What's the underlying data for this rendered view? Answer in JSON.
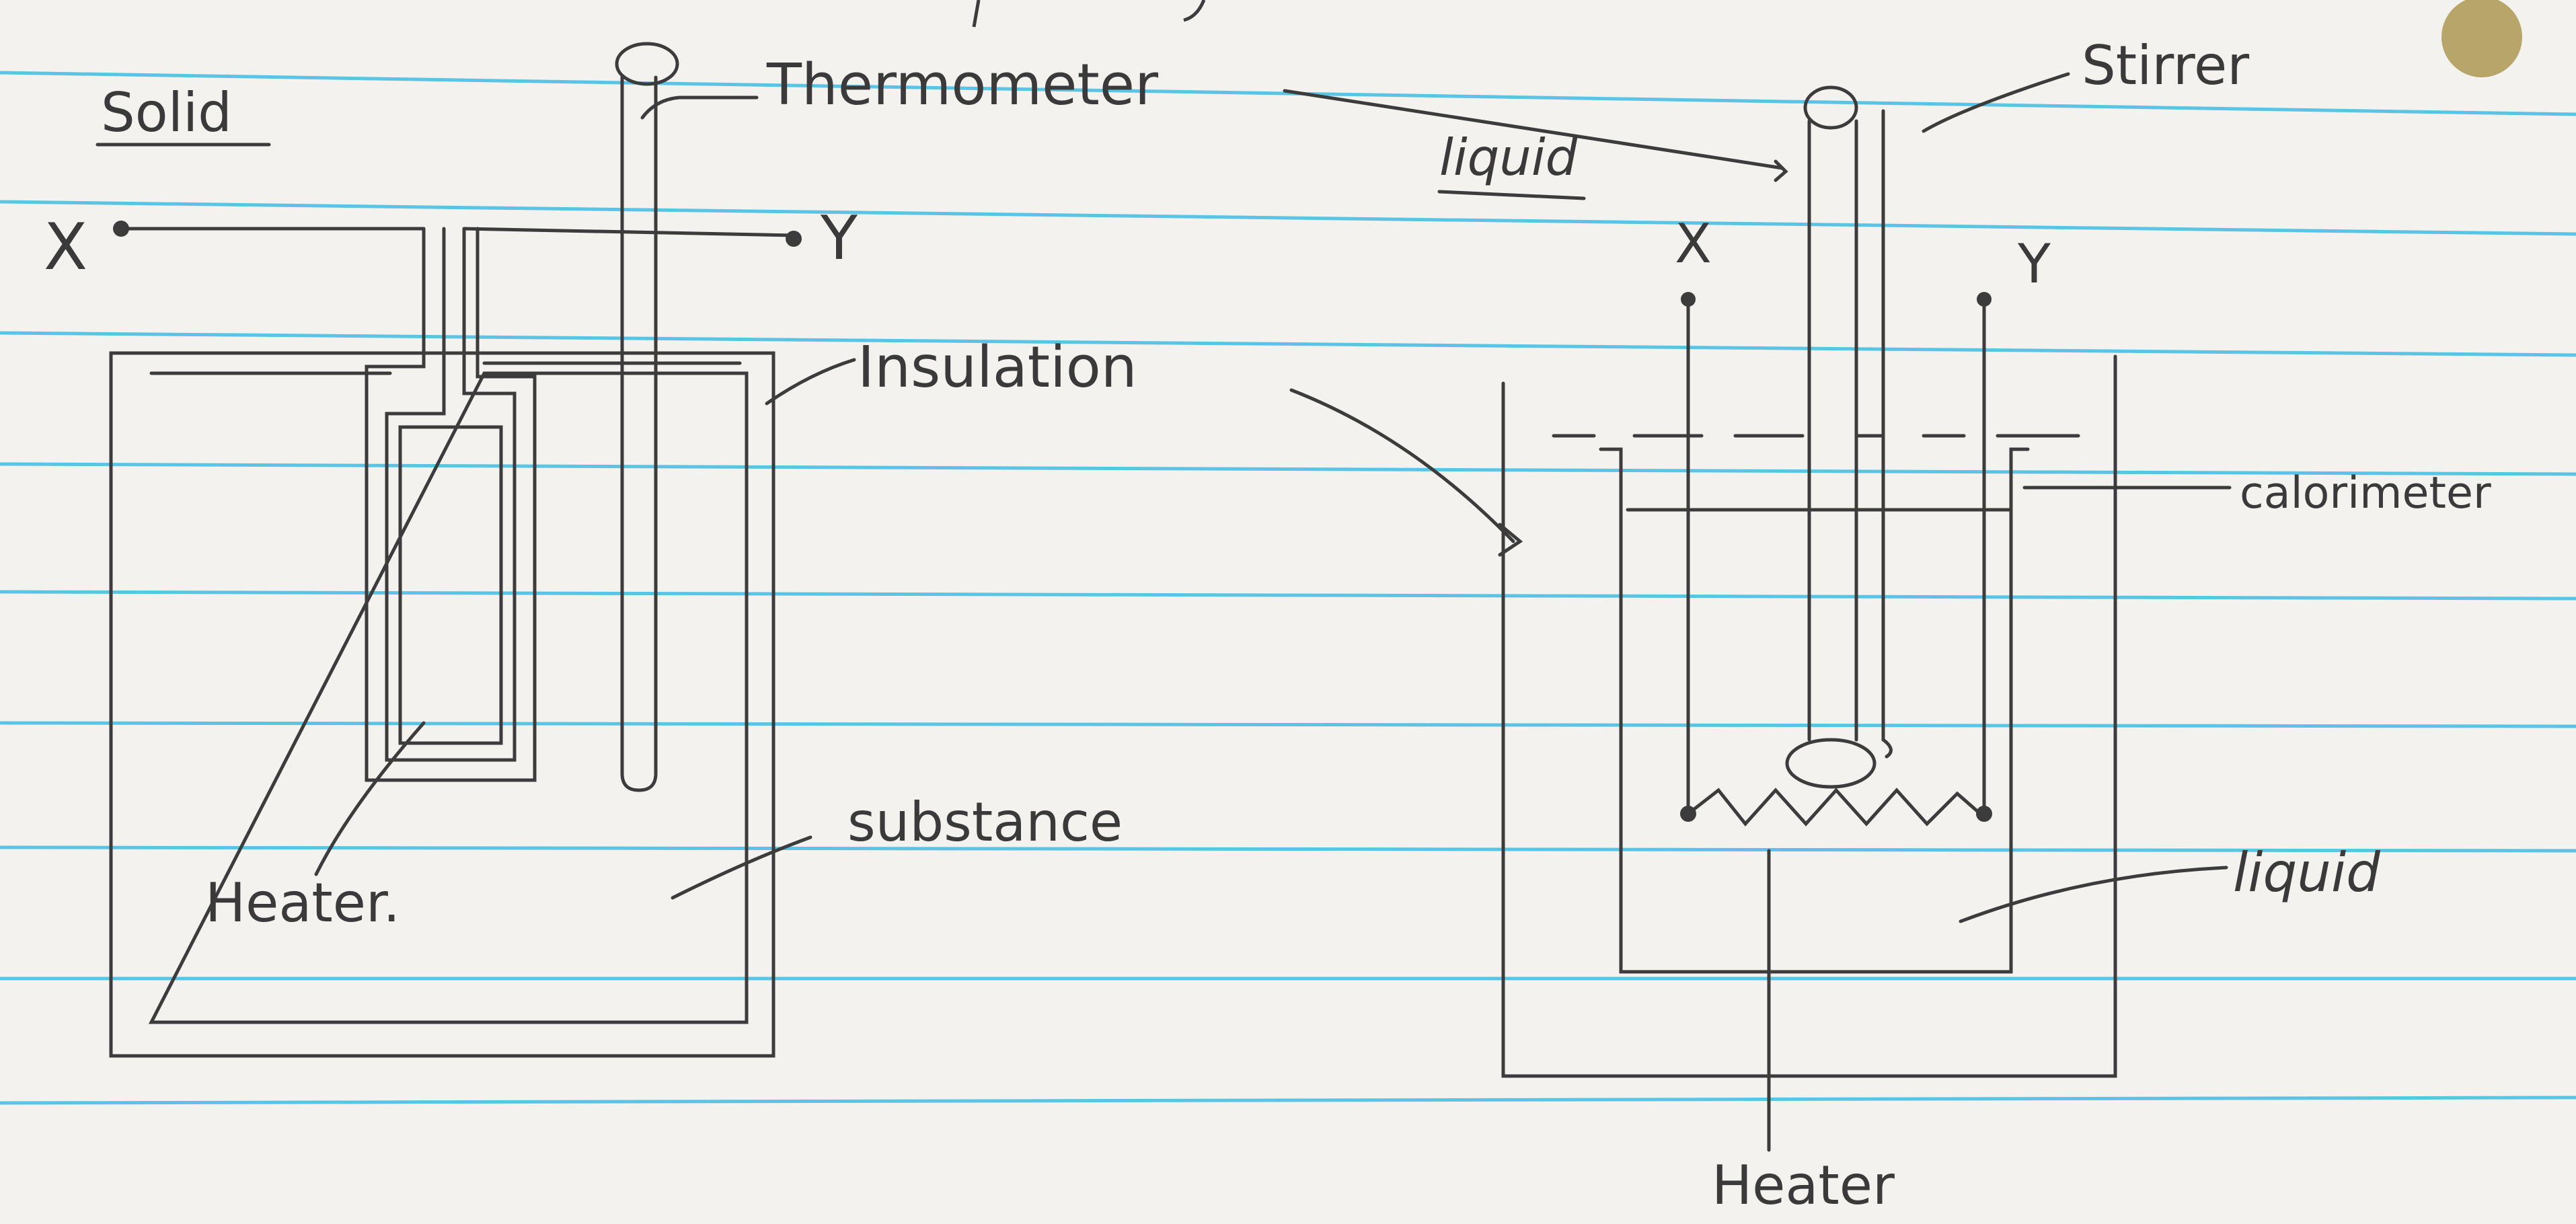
{
  "colors": {
    "paper": "#f3f2ee",
    "rule_line": "#5bc3e3",
    "pencil": "#3c3c3c",
    "coin": "#b8a56a"
  },
  "left_diagram": {
    "heading": "Solid",
    "terminal_x": "X",
    "terminal_y": "Y",
    "thermometer_label": "Thermometer",
    "insulation_label": "Insulation",
    "substance_label": "substance",
    "heater_label": "Heater."
  },
  "right_diagram": {
    "heading": "liquid",
    "terminal_x": "X",
    "terminal_y": "Y",
    "stirrer_label": "Stirrer",
    "calorimeter_label": "calorimeter",
    "liquid_label": "liquid",
    "heater_label": "Heater"
  }
}
